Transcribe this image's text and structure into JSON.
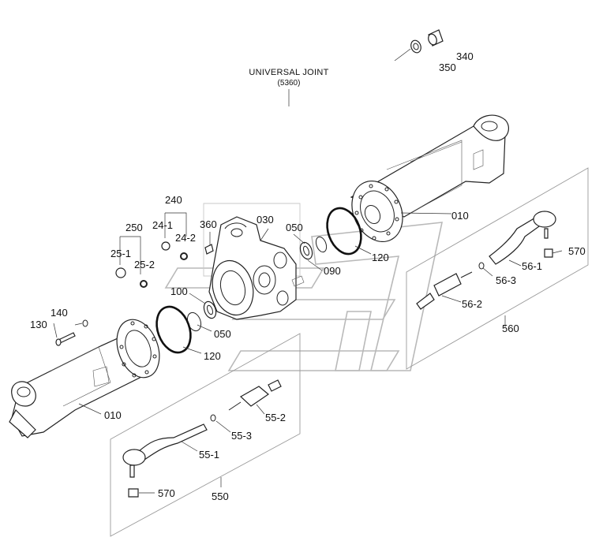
{
  "diagram": {
    "caption": {
      "title": "UNIVERSAL JOINT",
      "code": "(5360)"
    },
    "callouts": {
      "p340": "340",
      "p350": "350",
      "p240": "240",
      "p24_1": "24-1",
      "p24_2": "24-2",
      "p360": "360",
      "p030": "030",
      "p050_top": "050",
      "p010_top": "010",
      "p250": "250",
      "p25_1": "25-1",
      "p25_2": "25-2",
      "p120_top": "120",
      "p090": "090",
      "p570_right": "570",
      "p56_1": "56-1",
      "p56_3": "56-3",
      "p56_2": "56-2",
      "p560": "560",
      "p100": "100",
      "p140": "140",
      "p130": "130",
      "p050_bottom": "050",
      "p120_bottom": "120",
      "p010_bottom": "010",
      "p55_2": "55-2",
      "p55_3": "55-3",
      "p55_1": "55-1",
      "p570_left": "570",
      "p550": "550"
    }
  }
}
